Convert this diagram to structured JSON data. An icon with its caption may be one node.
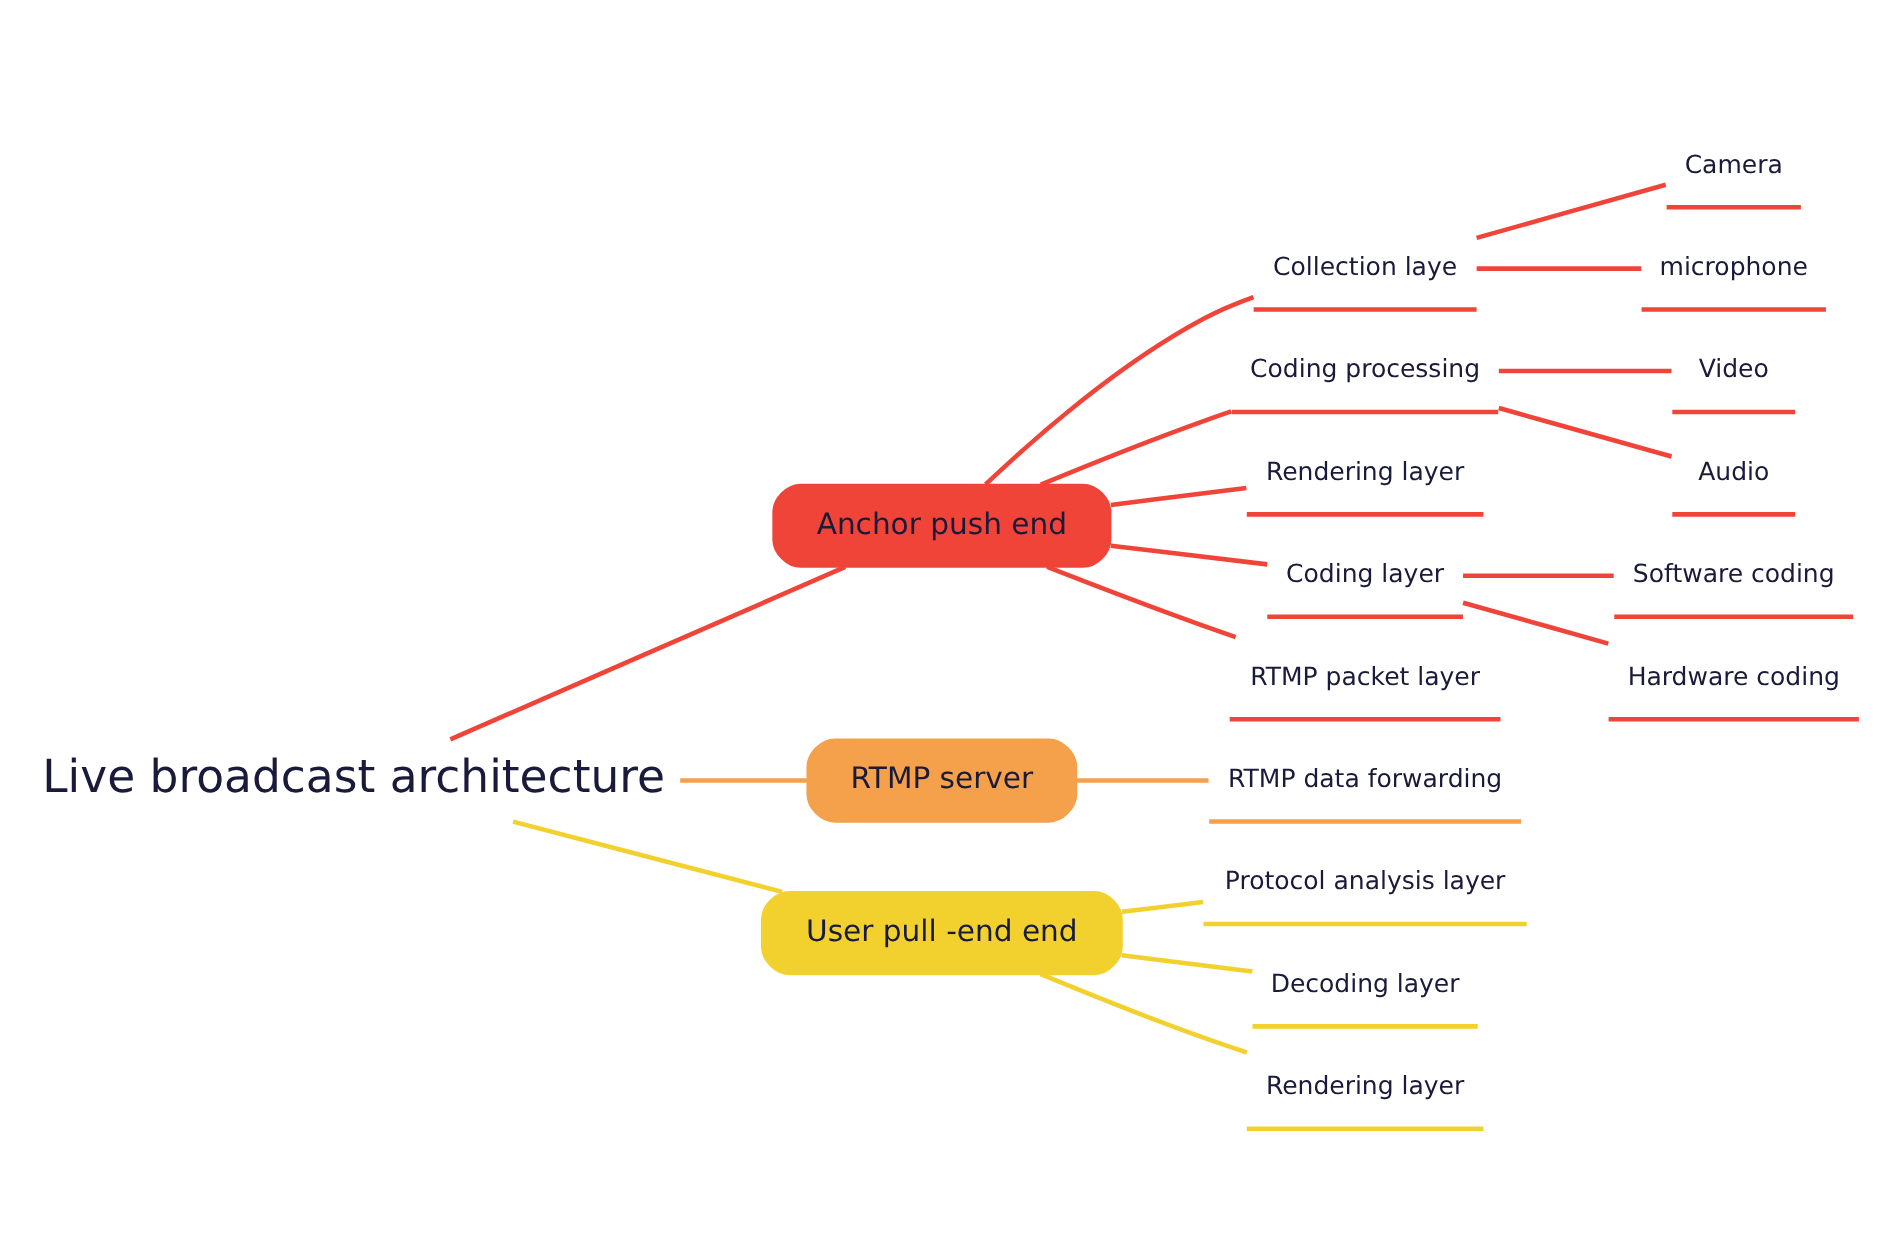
{
  "diagram": {
    "nodes": [
      {
        "text": [
          "Live broadcast architecture"
        ]
      },
      {
        "text": [
          "Anchor push end"
        ]
      },
      {
        "text": [
          "RTMP server"
        ]
      },
      {
        "text": [
          "User pull -end end"
        ]
      },
      {
        "text": [
          "Collection laye"
        ]
      },
      {
        "text": [
          "Camera"
        ]
      },
      {
        "text": [
          "microphone"
        ]
      },
      {
        "text": [
          "Coding processing"
        ]
      },
      {
        "text": [
          "Video"
        ]
      },
      {
        "text": [
          "Audio"
        ]
      },
      {
        "text": [
          "Rendering layer"
        ]
      },
      {
        "text": [
          "Coding layer"
        ]
      },
      {
        "text": [
          "Software coding"
        ]
      },
      {
        "text": [
          "Hardware coding"
        ]
      },
      {
        "text": [
          "RTMP packet layer"
        ]
      },
      {
        "text": [
          "RTMP data forwarding"
        ]
      },
      {
        "text": [
          "Protocol analysis layer"
        ]
      },
      {
        "text": [
          "Decoding layer"
        ]
      },
      {
        "text": [
          "Rendering layer"
        ]
      }
    ],
    "edges": [
      {
        "from": 0,
        "to": 1,
        "arrow": "none"
      },
      {
        "from": 0,
        "to": 2,
        "arrow": "none",
        "color": "#f5a04a"
      },
      {
        "from": 0,
        "to": 3,
        "arrow": "none",
        "color": "#f2d12e"
      },
      {
        "from": 1,
        "to": 4,
        "arrow": "none"
      },
      {
        "from": 4,
        "to": 5,
        "arrow": "none"
      },
      {
        "from": 4,
        "to": 6,
        "arrow": "none"
      },
      {
        "from": 1,
        "to": 7,
        "arrow": "none"
      },
      {
        "from": 7,
        "to": 8,
        "arrow": "none"
      },
      {
        "from": 7,
        "to": 9,
        "arrow": "none"
      },
      {
        "from": 1,
        "to": 10,
        "arrow": "none"
      },
      {
        "from": 1,
        "to": 11,
        "arrow": "none"
      },
      {
        "from": 11,
        "to": 12,
        "arrow": "none"
      },
      {
        "from": 11,
        "to": 13,
        "arrow": "none"
      },
      {
        "from": 1,
        "to": 14,
        "arrow": "none"
      },
      {
        "from": 2,
        "to": 15,
        "arrow": "none",
        "color": "#f5a04a"
      },
      {
        "from": 3,
        "to": 16,
        "arrow": "none",
        "color": "#f2d12e"
      },
      {
        "from": 3,
        "to": 17,
        "arrow": "none",
        "color": "#f2d12e"
      },
      {
        "from": 3,
        "to": 18,
        "arrow": "none",
        "color": "#f2d12e"
      }
    ]
  }
}
